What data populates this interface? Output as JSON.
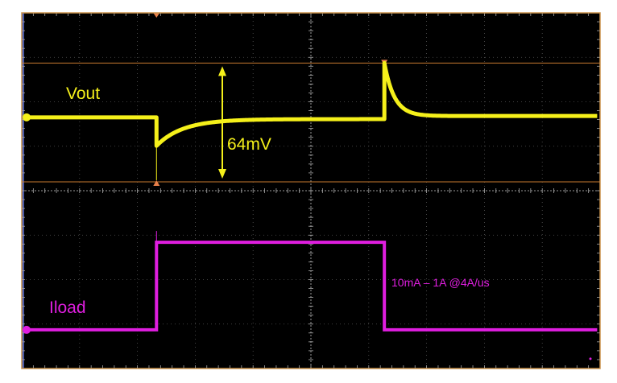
{
  "chart_data": {
    "type": "line",
    "title": "",
    "xlabel": "",
    "ylabel": "",
    "x_divisions": 10,
    "y_divisions": 8,
    "xlim": [
      0,
      10
    ],
    "ylim": [
      -4,
      4
    ],
    "grid": true,
    "series": [
      {
        "name": "Vout",
        "label": "Vout",
        "color": "#f5f01a",
        "baseline_div": 1.65,
        "events": [
          {
            "time_div": 2.33,
            "type": "undershoot",
            "peak_div": 1.05,
            "settle_div": 1.0
          },
          {
            "time_div": 6.27,
            "type": "overshoot",
            "peak_div": 2.84,
            "settle_div": 0.6
          }
        ]
      },
      {
        "name": "Iload",
        "label": "Iload",
        "color": "#e01ee0",
        "low_div": -3.13,
        "high_div": -1.16,
        "rise_time_div": 2.33,
        "fall_time_div": 6.27
      }
    ],
    "cursors": {
      "color": "#c87a30",
      "upper_div": 2.87,
      "lower_div": 0.2,
      "time_markers_div": [
        2.33,
        6.27
      ]
    },
    "annotations": [
      {
        "text": "64mV",
        "color": "#f5f01a"
      },
      {
        "text": "10mA – 1A @4A/us",
        "color": "#e01ee0"
      }
    ]
  }
}
